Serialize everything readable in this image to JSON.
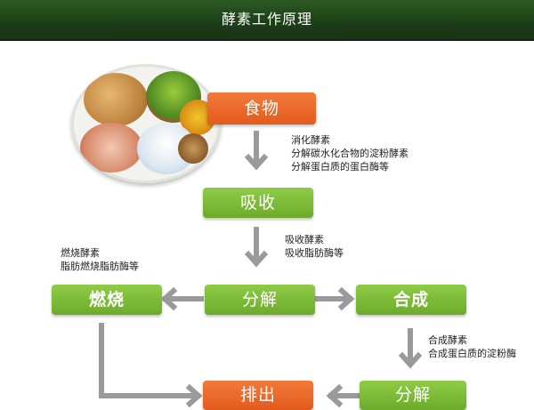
{
  "title": "酵素工作原理",
  "nodes": {
    "food": "食物",
    "absorb": "吸收",
    "decompose": "分解",
    "burn": "燃烧",
    "synthesize": "合成",
    "excrete": "排出",
    "decompose2": "分解"
  },
  "notes": {
    "digest": [
      "消化酵素",
      "分解碳水化合物的淀粉酵素",
      "分解蛋白质的蛋白酶等"
    ],
    "absorb": [
      "吸收酵素",
      "吸收脂肪酶等"
    ],
    "burn": [
      "燃烧酵素",
      "脂肪燃烧脂肪酶等"
    ],
    "synth": [
      "合成酵素",
      "合成蛋白质的淀粉酶"
    ]
  },
  "colors": {
    "orange": "#e86a27",
    "green": "#7dbb36",
    "arrow": "#9a9a9a",
    "banner": "#1f4419"
  },
  "icons": [
    "food-plate-image",
    "arrow-down-icon",
    "arrow-left-icon",
    "arrow-right-icon"
  ]
}
